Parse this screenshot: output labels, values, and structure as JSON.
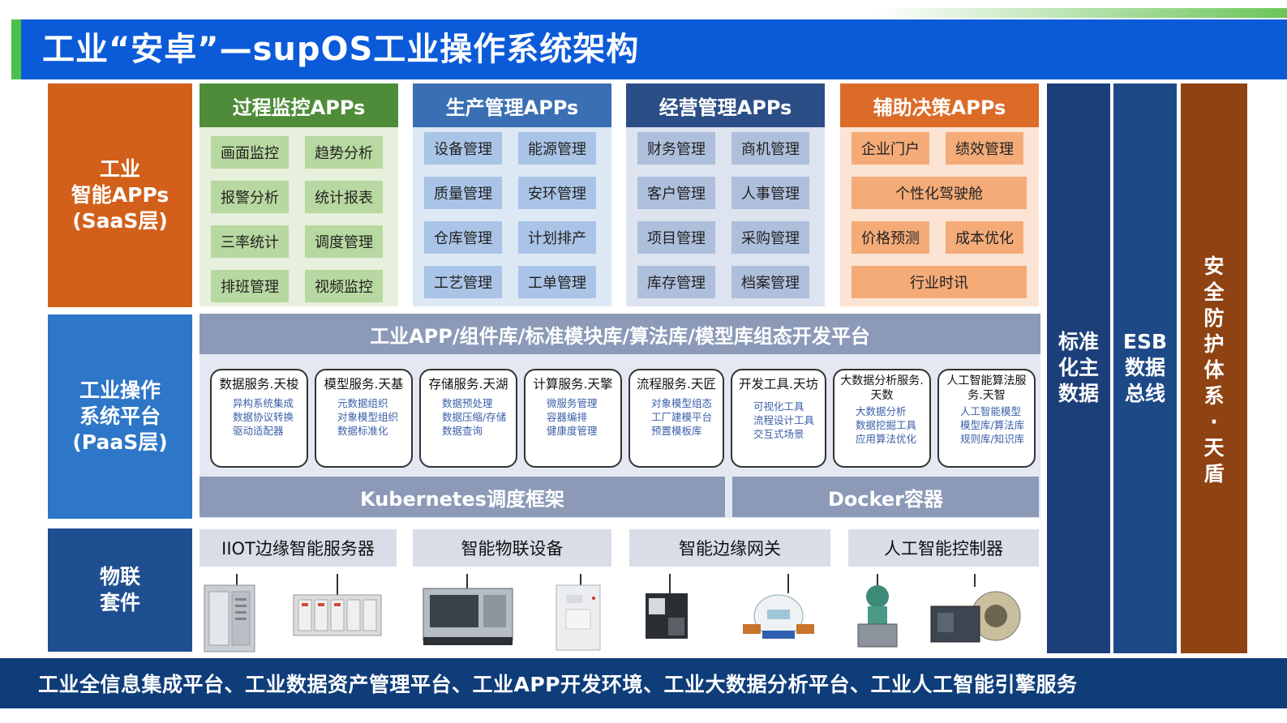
{
  "title": "工业“安卓”—supOS工业操作系统架构",
  "layers": {
    "saas": "工业\n智能APPs\n(SaaS层)",
    "paas": "工业操作\n系统平台\n(PaaS层)",
    "iot": "物联\n套件"
  },
  "app_categories": [
    {
      "title": "过程监控APPs",
      "items": [
        "画面监控",
        "趋势分析",
        "报警分析",
        "统计报表",
        "三率统计",
        "调度管理",
        "排班管理",
        "视频监控"
      ]
    },
    {
      "title": "生产管理APPs",
      "items": [
        "设备管理",
        "能源管理",
        "质量管理",
        "安环管理",
        "仓库管理",
        "计划排产",
        "工艺管理",
        "工单管理"
      ]
    },
    {
      "title": "经营管理APPs",
      "items": [
        "财务管理",
        "商机管理",
        "客户管理",
        "人事管理",
        "项目管理",
        "采购管理",
        "库存管理",
        "档案管理"
      ]
    },
    {
      "title": "辅助决策APPs",
      "items": [
        "企业门户",
        "绩效管理",
        "个性化驾驶舱",
        "价格预测",
        "成本优化",
        "行业时讯"
      ]
    }
  ],
  "platform_bar": "工业APP/组件库/标准模块库/算法库/模型库组态开发平台",
  "services": [
    {
      "name": "数据服务.天梭",
      "items": [
        "异构系统集成",
        "数据协议转换",
        "驱动适配器"
      ]
    },
    {
      "name": "模型服务.天基",
      "items": [
        "元数据组织",
        "对象模型组织",
        "数据标准化"
      ]
    },
    {
      "name": "存储服务.天湖",
      "items": [
        "数据预处理",
        "数据压缩/存储",
        "数据查询"
      ]
    },
    {
      "name": "计算服务.天擎",
      "items": [
        "微服务管理",
        "容器编排",
        "健康度管理"
      ]
    },
    {
      "name": "流程服务.天匠",
      "items": [
        "对象模型组态",
        "工厂建模平台",
        "预置模板库"
      ]
    },
    {
      "name": "开发工具.天坊",
      "items": [
        "可视化工具",
        "流程设计工具",
        "交互式场景"
      ]
    },
    {
      "name": "大数据分析服务.天数",
      "items": [
        "大数据分析",
        "数据挖掘工具",
        "应用算法优化"
      ]
    },
    {
      "name": "人工智能算法服务.天智",
      "items": [
        "人工智能模型",
        "模型库/算法库",
        "规则库/知识库"
      ]
    }
  ],
  "kubernetes": "Kubernetes调度框架",
  "docker": "Docker容器",
  "devices": [
    "IIOT边缘智能服务器",
    "智能物联设备",
    "智能边缘网关",
    "人工智能控制器"
  ],
  "right_columns": [
    "标准\n化主\n数据",
    "ESB\n数据\n总线",
    "安\n全\n防\n护\n体\n系\n·\n天\n盾"
  ],
  "bottom_bar": "工业全信息集成平台、工业数据资产管理平台、工业APP开发环境、工业大数据分析平台、工业人工智能引擎服务",
  "colors": {
    "title_blue": "#0b5bd8",
    "saas_orange": "#d2601a",
    "paas_blue": "#2e76c7",
    "iot_navy": "#1f4f91",
    "green": "#4f8c3a",
    "blue": "#3a6fb4",
    "navy": "#2c4e86",
    "orange": "#db6b27",
    "esb": "#1d4987",
    "mdm": "#1c3f7a",
    "security": "#8f4313"
  }
}
